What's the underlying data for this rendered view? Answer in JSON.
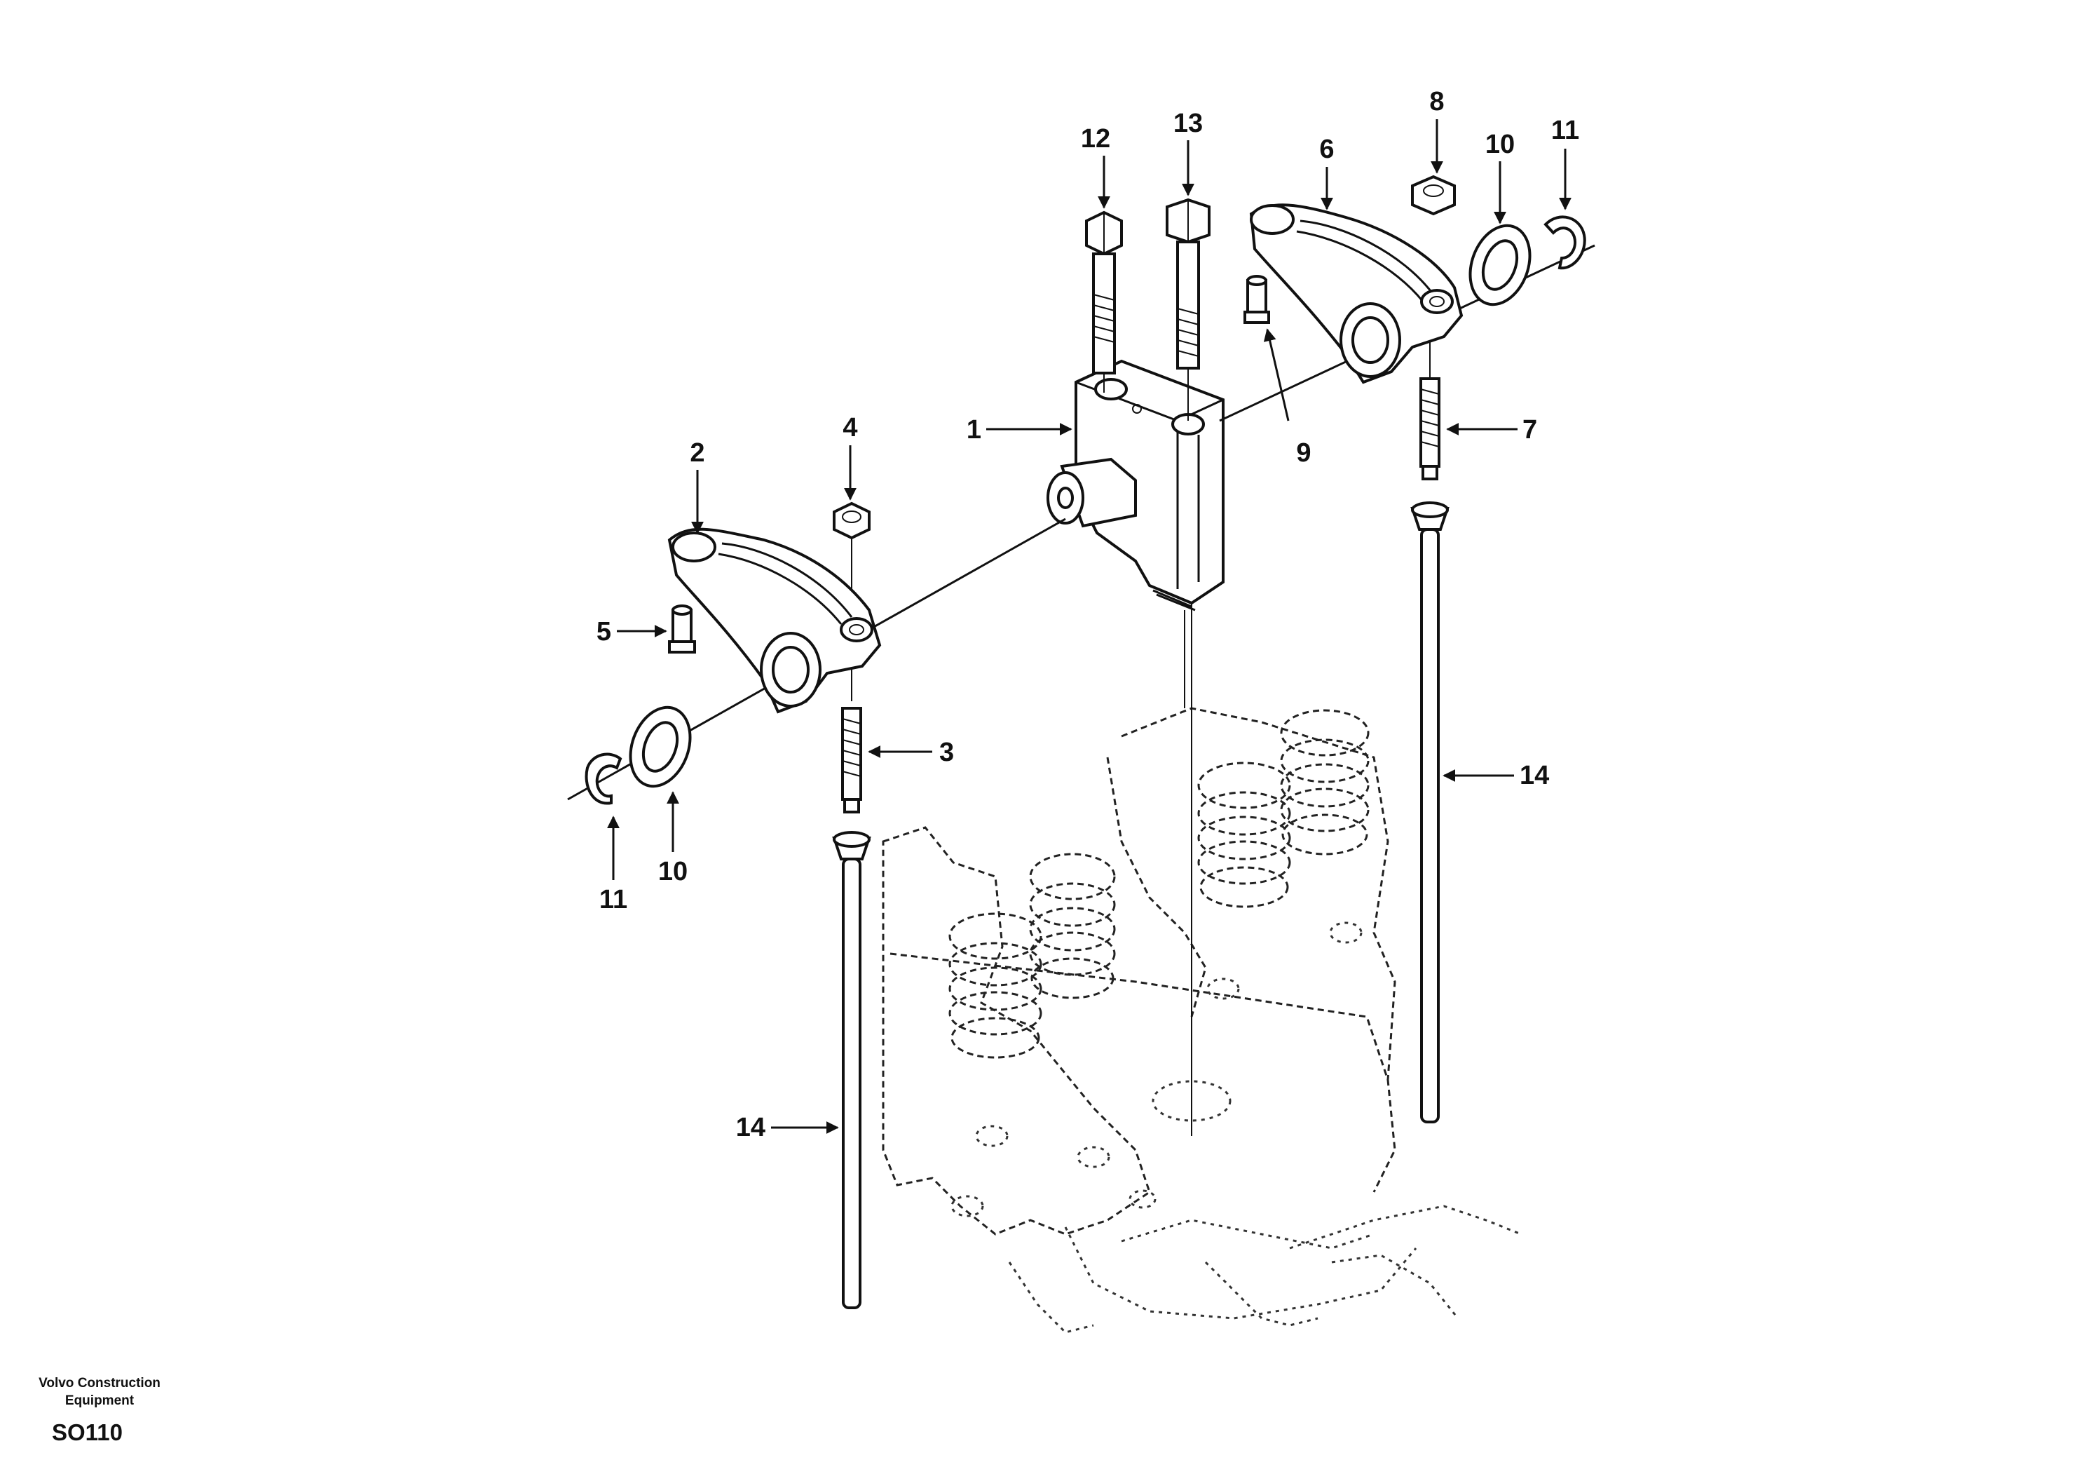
{
  "callouts": [
    "1",
    "2",
    "3",
    "4",
    "5",
    "6",
    "7",
    "8",
    "9",
    "10",
    "11",
    "12",
    "13",
    "14",
    "10",
    "11",
    "14"
  ],
  "footer": {
    "brand_line1": "Volvo Construction",
    "brand_line2": "Equipment",
    "drawing_code": "SO110"
  }
}
